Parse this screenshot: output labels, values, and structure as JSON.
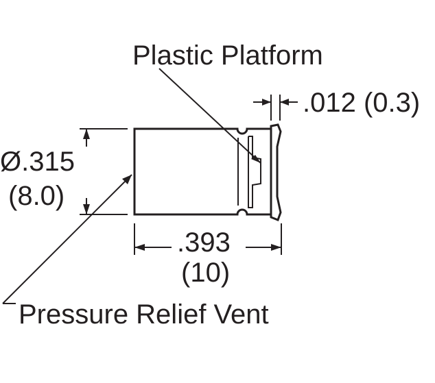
{
  "labels": {
    "plastic_platform": "Plastic Platform",
    "pressure_relief_vent": "Pressure Relief Vent",
    "diameter_inch": "Ø.315",
    "diameter_mm": "(8.0)",
    "length_inch": ".393",
    "length_mm": "(10)",
    "platform_inch_mm": ".012 (0.3)"
  },
  "colors": {
    "line": "#231f20",
    "background": "#ffffff"
  }
}
